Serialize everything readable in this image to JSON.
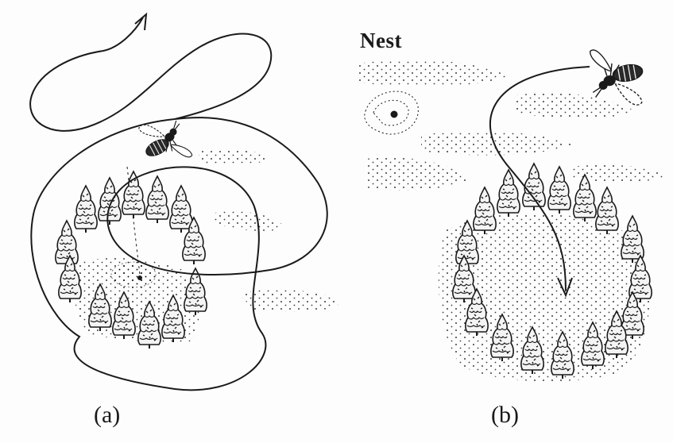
{
  "figure": {
    "nest_label": "Nest",
    "panel_a_label": "(a)",
    "panel_b_label": "(b)"
  },
  "colors": {
    "ink": "#1a1a1a",
    "background": "#fdfdfd"
  },
  "panels": [
    {
      "id": "a",
      "content": [
        "wasp-icon",
        "flight-path",
        "tree-ring",
        "nest-spot"
      ]
    },
    {
      "id": "b",
      "content": [
        "wasp-icon",
        "flight-arrow",
        "tree-ring",
        "nest-spot"
      ]
    }
  ]
}
